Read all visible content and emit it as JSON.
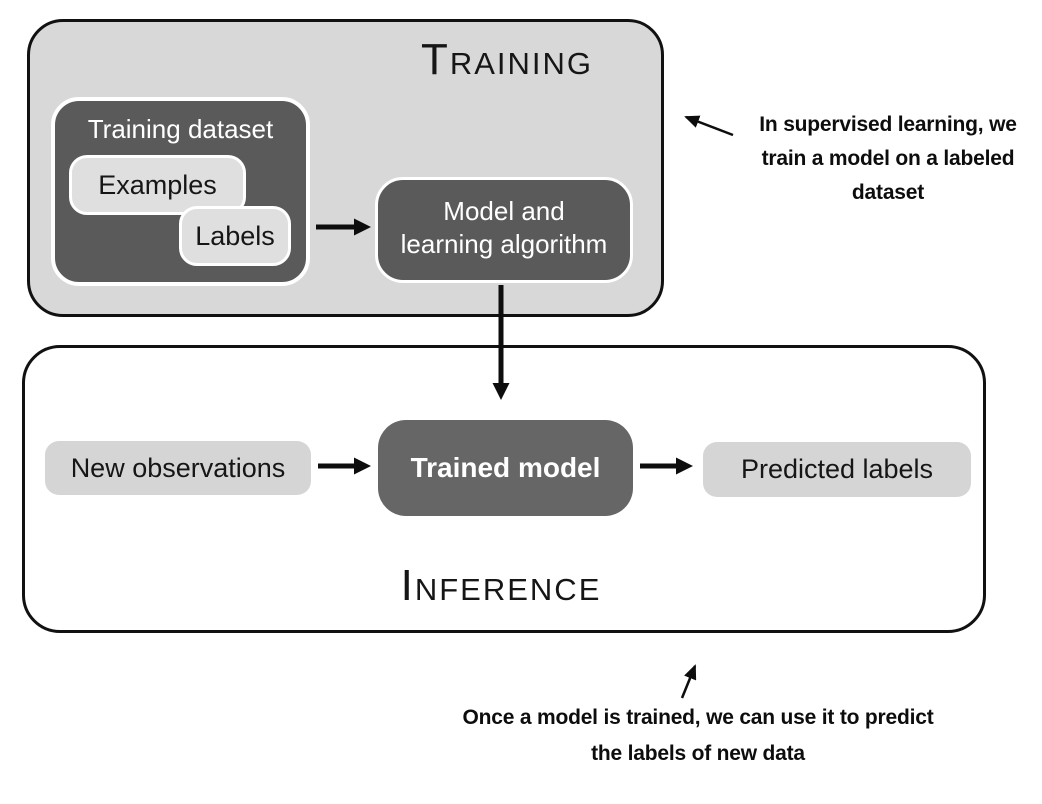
{
  "training": {
    "title": "Training",
    "dataset_label": "Training dataset",
    "examples_label": "Examples",
    "labels_label": "Labels",
    "model_box": {
      "lines": [
        "Model and",
        "learning algorithm"
      ]
    }
  },
  "inference": {
    "title": "Inference",
    "new_observations_label": "New observations",
    "trained_model_label": "Trained model",
    "predicted_labels_label": "Predicted labels"
  },
  "annotations": {
    "supervised": {
      "lines": [
        "In supervised learning, we",
        "train a model on a labeled",
        "dataset"
      ]
    },
    "inference_note": {
      "lines": [
        "Once a model is trained, we can use it to predict",
        "the labels of new data"
      ]
    }
  },
  "colors": {
    "outer_border": "#111111",
    "training_bg": "#d8d8d8",
    "dark_box_bg": "#5a5a5a",
    "trained_model_bg": "#666666",
    "light_box_bg": "#d5d5d5",
    "examples_bg": "#dfdfdf",
    "white": "#ffffff",
    "text_dark": "#111111"
  }
}
